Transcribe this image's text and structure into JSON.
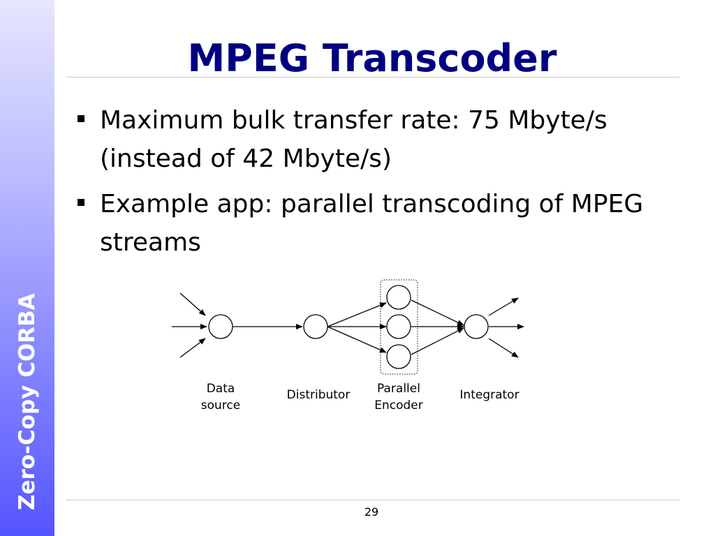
{
  "sidebar": {
    "label": "Zero-Copy CORBA"
  },
  "slide": {
    "title": "MPEG Transcoder",
    "bullets": [
      "Maximum bulk transfer rate: 75 Mbyte/s (instead of 42 Mbyte/s)",
      "Example app: parallel transcoding of MPEG streams"
    ]
  },
  "diagram": {
    "labels": {
      "data_source_line1": "Data",
      "data_source_line2": "source",
      "distributor": "Distributor",
      "parallel_encoder_line1": "Parallel",
      "parallel_encoder_line2": "Encoder",
      "integrator": "Integrator"
    }
  },
  "footer": {
    "page_number": "29"
  }
}
